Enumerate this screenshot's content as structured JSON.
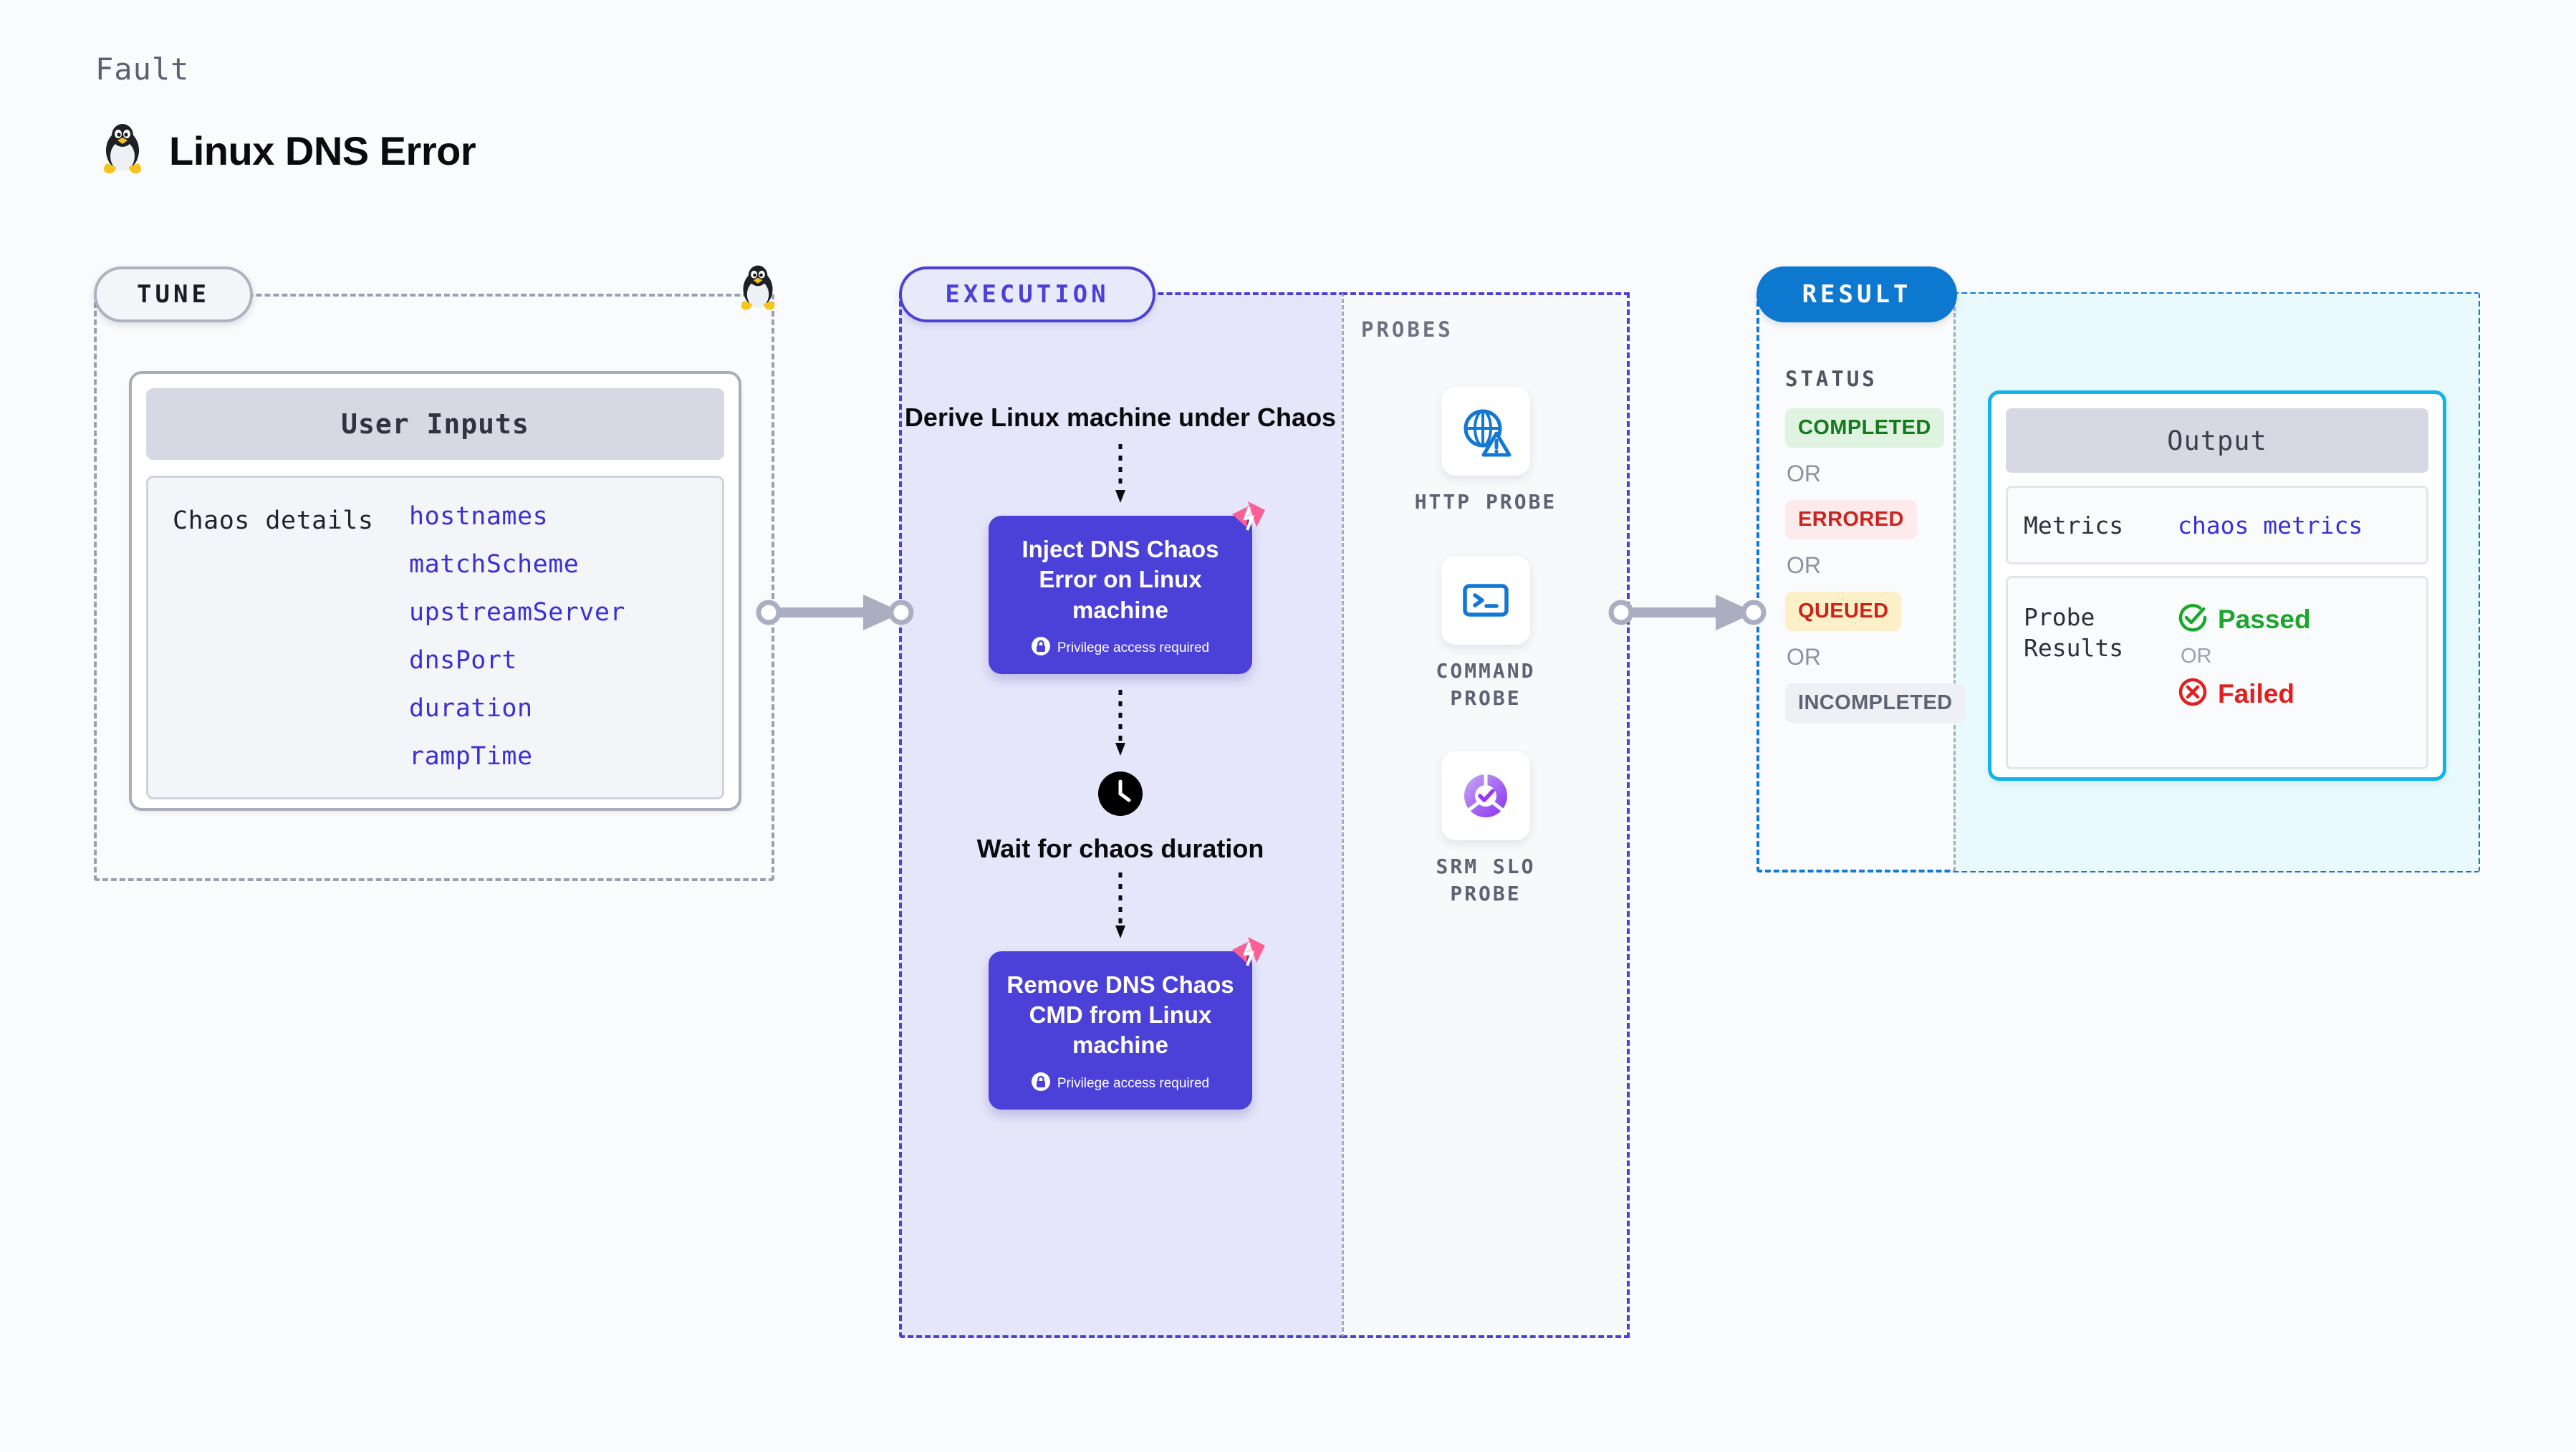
{
  "header": {
    "kicker": "Fault",
    "title": "Linux DNS Error",
    "icon": "linux-tux-icon"
  },
  "tune": {
    "pill_label": "TUNE",
    "card_title": "User Inputs",
    "section_label": "Chaos details",
    "parameters": [
      "hostnames",
      "matchScheme",
      "upstreamServer",
      "dnsPort",
      "duration",
      "rampTime"
    ]
  },
  "execution": {
    "pill_label": "EXECUTION",
    "step_derive": "Derive Linux machine\nunder Chaos",
    "node_inject": {
      "title": "Inject DNS Chaos\nError on Linux\nmachine",
      "privilege": "Privilege access required"
    },
    "step_wait": "Wait for chaos\nduration",
    "node_remove": {
      "title": "Remove DNS Chaos\nCMD from Linux\nmachine",
      "privilege": "Privilege access required"
    }
  },
  "probes": {
    "section_label": "PROBES",
    "items": [
      {
        "label": "HTTP PROBE",
        "icon": "globe-warning-icon"
      },
      {
        "label": "COMMAND\nPROBE",
        "icon": "terminal-icon"
      },
      {
        "label": "SRM SLO\nPROBE",
        "icon": "slo-donut-check-icon"
      }
    ]
  },
  "result": {
    "pill_label": "RESULT",
    "status_label": "STATUS",
    "or_label": "OR",
    "statuses": [
      {
        "label": "COMPLETED",
        "bg": "#dff3e0",
        "fg": "#157a1c"
      },
      {
        "label": "ERRORED",
        "bg": "#fdeaea",
        "fg": "#c8251e"
      },
      {
        "label": "QUEUED",
        "bg": "#fdf0c8",
        "fg": "#c8251e"
      },
      {
        "label": "INCOMPLETED",
        "bg": "#eef0f5",
        "fg": "#5c6373"
      }
    ],
    "output": {
      "title": "Output",
      "metrics_label": "Metrics",
      "metrics_value": "chaos metrics",
      "probe_results_label": "Probe\nResults",
      "passed_label": "Passed",
      "failed_label": "Failed",
      "or_label": "OR"
    }
  },
  "colors": {
    "accent_purple": "#4b40d8",
    "accent_blue": "#0d78d0",
    "accent_cyan": "#13b3e8",
    "flag_pink": "#fa5f96",
    "passed_green": "#1aa72b",
    "failed_red": "#e02020"
  }
}
